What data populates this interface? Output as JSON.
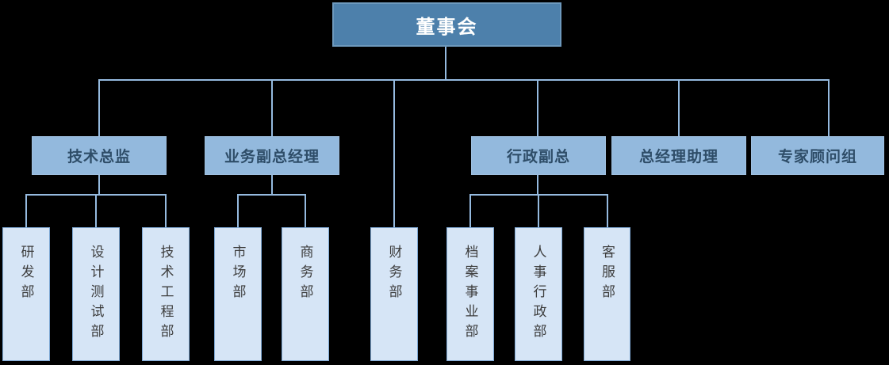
{
  "org": {
    "root": {
      "label": "董事会"
    },
    "level2": [
      {
        "label": "技术总监",
        "children": [
          "研发部",
          "设计测试部",
          "技术工程部"
        ]
      },
      {
        "label": "业务副总经理",
        "children": [
          "市场部",
          "商务部"
        ]
      },
      {
        "label": "行政副总",
        "children": [
          "档案事业部",
          "人事行政部",
          "客服部"
        ]
      },
      {
        "label": "总经理助理",
        "children": []
      },
      {
        "label": "专家顾问组",
        "children": []
      }
    ],
    "board_direct_departments": [
      "财务部"
    ]
  },
  "colors": {
    "background": "#000000",
    "root_fill": "#4d80ab",
    "root_border": "#6d99bd",
    "root_text": "#ffffff",
    "level2_fill": "#93b9dd",
    "level2_text": "#2e4d68",
    "level3_fill": "#d6e5f6",
    "level3_border": "#7ea8d4",
    "level3_text": "#3d3d3d",
    "connector": "#95badf"
  }
}
